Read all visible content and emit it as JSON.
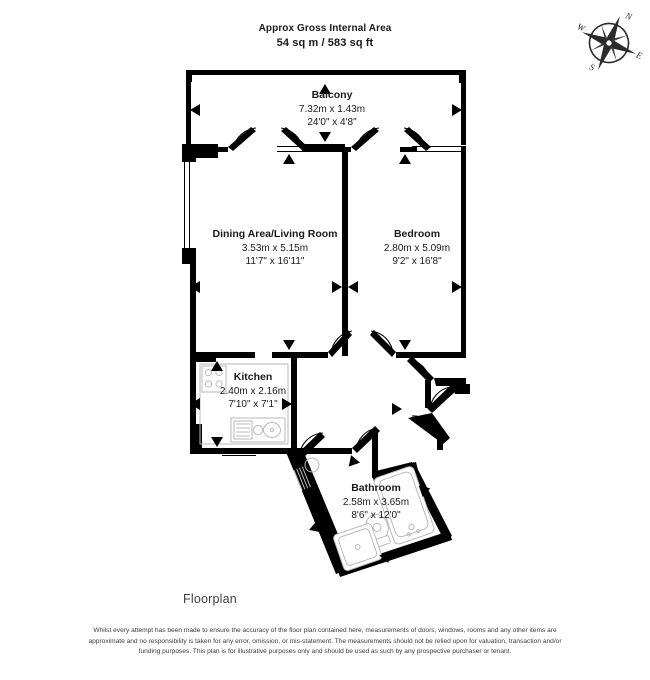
{
  "header": {
    "area_title": "Approx Gross Internal Area",
    "area_value": "54 sq m / 583 sq ft"
  },
  "compass": {
    "icon": "compass-rose-icon",
    "north": "N",
    "east": "E",
    "south": "S",
    "west": "W"
  },
  "rooms": [
    {
      "key": "balcony",
      "name": "Balcony",
      "dim_metric": "7.32m x 1.43m",
      "dim_imperial": "24'0\" x 4'8\""
    },
    {
      "key": "living",
      "name": "Dining Area/Living Room",
      "dim_metric": "3.53m x 5.15m",
      "dim_imperial": "11'7\" x 16'11\""
    },
    {
      "key": "bedroom",
      "name": "Bedroom",
      "dim_metric": "2.80m x 5.09m",
      "dim_imperial": "9'2\" x 16'8\""
    },
    {
      "key": "kitchen",
      "name": "Kitchen",
      "dim_metric": "2.40m x 2.16m",
      "dim_imperial": "7'10\" x 7'1\""
    },
    {
      "key": "bathroom",
      "name": "Bathroom",
      "dim_metric": "2.58m x 3.65m",
      "dim_imperial": "8'6\" x 12'0\""
    }
  ],
  "footer": {
    "caption": "Floorplan",
    "disclaimer": "Whilst every attempt has been made to ensure the accuracy of the floor plan contained here, measurements of doors, windows, rooms and any other items are approximate and no responsibility is taken for any error, omission, or mis-statement. The measurements should not be relied upon for valuation, transaction and/or funding purposes. This plan is for illustrative purposes only and should be used as such by any prospective purchaser or tenant."
  },
  "colors": {
    "wall": "#000000",
    "fixture": "#b9b9b9",
    "text": "#1a1a1a",
    "caption": "#404040",
    "background": "#ffffff"
  }
}
